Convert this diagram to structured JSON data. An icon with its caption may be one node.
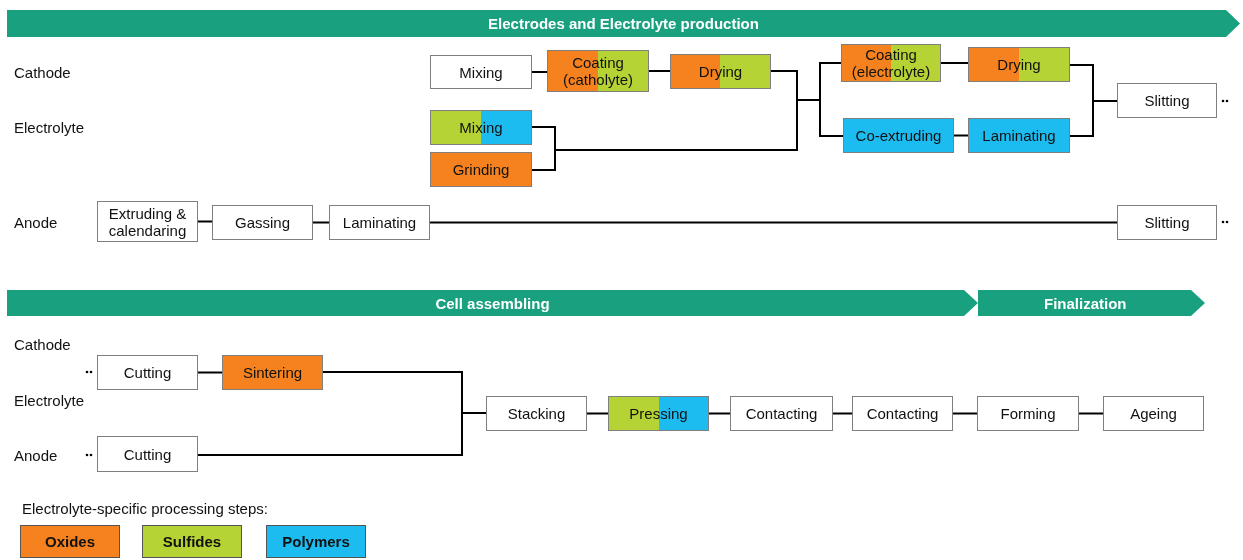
{
  "diagram": {
    "nodes": [
      {
        "text": [
          "Electrodes and Electrolyte production"
        ]
      },
      {
        "text": [
          "Mixing"
        ]
      },
      {
        "text": [
          "Coating (catholyte)"
        ]
      },
      {
        "text": [
          "Drying"
        ]
      },
      {
        "text": [
          "Coating (electrolyte)"
        ]
      },
      {
        "text": [
          "Drying"
        ]
      },
      {
        "text": [
          "Mixing"
        ]
      },
      {
        "text": [
          "Grinding"
        ]
      },
      {
        "text": [
          "Co-extruding"
        ]
      },
      {
        "text": [
          "Laminating"
        ]
      },
      {
        "text": [
          "Slitting"
        ]
      },
      {
        "text": [
          "Extruding & calendaring"
        ]
      },
      {
        "text": [
          "Gassing"
        ]
      },
      {
        "text": [
          "Laminating"
        ]
      },
      {
        "text": [
          "Slitting"
        ]
      },
      {
        "text": [
          "Cell assembling"
        ]
      },
      {
        "text": [
          "Finalization"
        ]
      },
      {
        "text": [
          "Cutting"
        ]
      },
      {
        "text": [
          "Sintering"
        ]
      },
      {
        "text": [
          "Cutting"
        ]
      },
      {
        "text": [
          "Stacking"
        ]
      },
      {
        "text": [
          "Pressing"
        ]
      },
      {
        "text": [
          "Contacting"
        ]
      },
      {
        "text": [
          "Contacting"
        ]
      },
      {
        "text": [
          "Forming"
        ]
      },
      {
        "text": [
          "Ageing"
        ]
      }
    ],
    "edges": [
      {
        "from": 1,
        "to": 2,
        "arrow": "none"
      },
      {
        "from": 2,
        "to": 3,
        "arrow": "none"
      },
      {
        "from": 3,
        "to": 4,
        "arrow": "none"
      },
      {
        "from": 3,
        "to": 8,
        "arrow": "none"
      },
      {
        "from": 6,
        "to": 4,
        "arrow": "none"
      },
      {
        "from": 6,
        "to": 8,
        "arrow": "none"
      },
      {
        "from": 7,
        "to": 4,
        "arrow": "none"
      },
      {
        "from": 7,
        "to": 8,
        "arrow": "none"
      },
      {
        "from": 4,
        "to": 5,
        "arrow": "none"
      },
      {
        "from": 8,
        "to": 9,
        "arrow": "none"
      },
      {
        "from": 5,
        "to": 10,
        "arrow": "none"
      },
      {
        "from": 9,
        "to": 10,
        "arrow": "none"
      },
      {
        "from": 11,
        "to": 12,
        "arrow": "none"
      },
      {
        "from": 12,
        "to": 13,
        "arrow": "none"
      },
      {
        "from": 13,
        "to": 14,
        "arrow": "none"
      },
      {
        "from": 17,
        "to": 18,
        "arrow": "none"
      },
      {
        "from": 18,
        "to": 20,
        "arrow": "none"
      },
      {
        "from": 19,
        "to": 20,
        "arrow": "none"
      },
      {
        "from": 20,
        "to": 21,
        "arrow": "none"
      },
      {
        "from": 21,
        "to": 22,
        "arrow": "none"
      },
      {
        "from": 22,
        "to": 23,
        "arrow": "none"
      },
      {
        "from": 23,
        "to": 24,
        "arrow": "none"
      },
      {
        "from": 24,
        "to": 25,
        "arrow": "none"
      }
    ],
    "labels": [
      "Cathode",
      "Electrolyte",
      "Anode",
      "Cathode",
      "Electrolyte",
      "Anode",
      "Electrolyte-specific processing steps:"
    ],
    "legend": [
      {
        "text": "Oxides",
        "color": "#f5821f"
      },
      {
        "text": "Sulfides",
        "color": "#b5d334"
      },
      {
        "text": "Polymers",
        "color": "#1dbcf0"
      }
    ]
  }
}
